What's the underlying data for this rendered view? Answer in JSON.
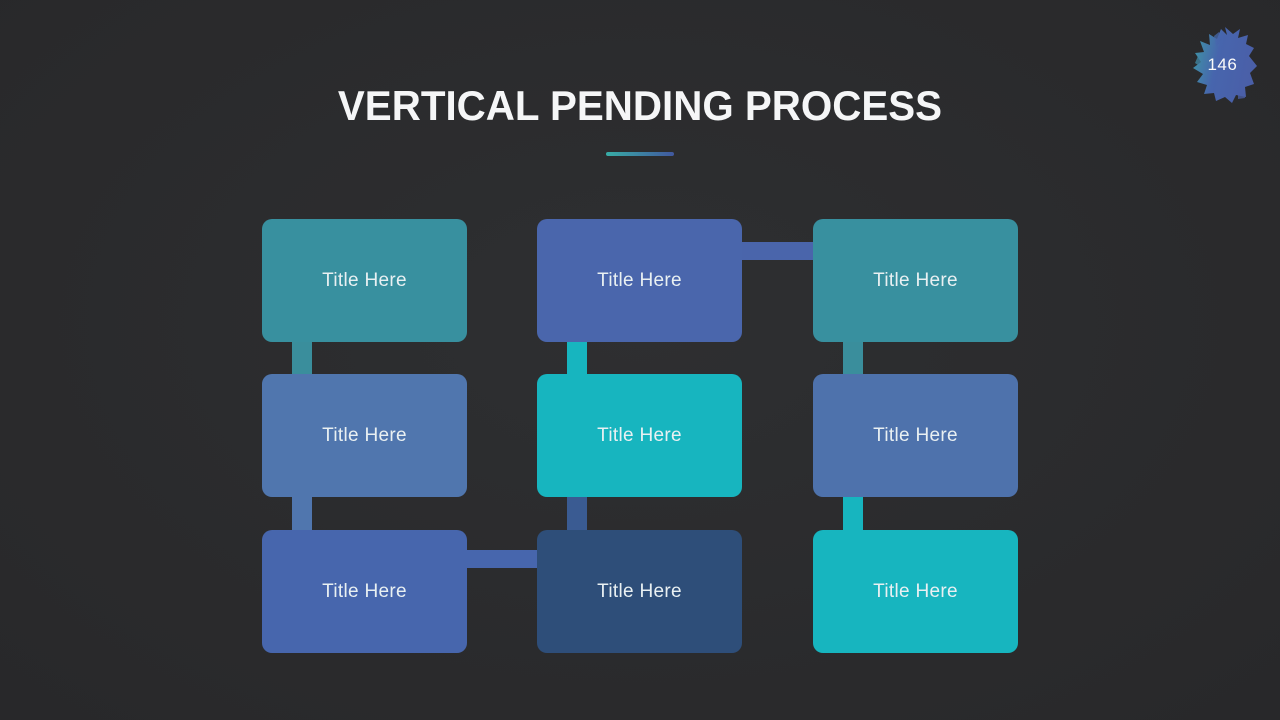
{
  "slide": {
    "title": "VERTICAL PENDING PROCESS",
    "page_number": "146"
  },
  "theme": {
    "background": "#2e2f31",
    "underline_from": "#38ada6",
    "underline_to": "#41589f",
    "badge_from": "#3d9ba4",
    "badge_mid": "#4765ad",
    "badge_to": "#4a5fa8",
    "title_color": "#f5f6f7",
    "box_label_color": "#e9f0f2"
  },
  "diagram": {
    "boxes": [
      {
        "id": "r1c1",
        "row": 1,
        "col": 1,
        "label": "Title Here",
        "color": "#38909f"
      },
      {
        "id": "r1c2",
        "row": 1,
        "col": 2,
        "label": "Title Here",
        "color": "#4a66ac"
      },
      {
        "id": "r1c3",
        "row": 1,
        "col": 3,
        "label": "Title Here",
        "color": "#38909f"
      },
      {
        "id": "r2c1",
        "row": 2,
        "col": 1,
        "label": "Title Here",
        "color": "#5076ae"
      },
      {
        "id": "r2c2",
        "row": 2,
        "col": 2,
        "label": "Title Here",
        "color": "#17b5bf"
      },
      {
        "id": "r2c3",
        "row": 2,
        "col": 3,
        "label": "Title Here",
        "color": "#4e72ac"
      },
      {
        "id": "r3c1",
        "row": 3,
        "col": 1,
        "label": "Title Here",
        "color": "#4766ad"
      },
      {
        "id": "r3c2",
        "row": 3,
        "col": 2,
        "label": "Title Here",
        "color": "#2e4e79"
      },
      {
        "id": "r3c3",
        "row": 3,
        "col": 3,
        "label": "Title Here",
        "color": "#17b5bf"
      }
    ],
    "connectors": [
      {
        "id": "v-c1-r12",
        "orientation": "vertical",
        "from": "r1c1",
        "to": "r2c1",
        "color": "#3a8e9c"
      },
      {
        "id": "v-c2-r12",
        "orientation": "vertical",
        "from": "r1c2",
        "to": "r2c2",
        "color": "#17b5bf"
      },
      {
        "id": "v-c3-r12",
        "orientation": "vertical",
        "from": "r1c3",
        "to": "r2c3",
        "color": "#3a8e9c"
      },
      {
        "id": "v-c1-r23",
        "orientation": "vertical",
        "from": "r2c1",
        "to": "r3c1",
        "color": "#5076ae"
      },
      {
        "id": "v-c2-r23",
        "orientation": "vertical",
        "from": "r2c2",
        "to": "r3c2",
        "color": "#3a5b92"
      },
      {
        "id": "v-c3-r23",
        "orientation": "vertical",
        "from": "r2c3",
        "to": "r3c3",
        "color": "#17b5bf"
      },
      {
        "id": "h-r1",
        "orientation": "horizontal",
        "from": "r1c2",
        "to": "r1c3",
        "color": "#4a65ab"
      },
      {
        "id": "h-r3",
        "orientation": "horizontal",
        "from": "r3c1",
        "to": "r3c2",
        "color": "#4766ad"
      }
    ]
  }
}
